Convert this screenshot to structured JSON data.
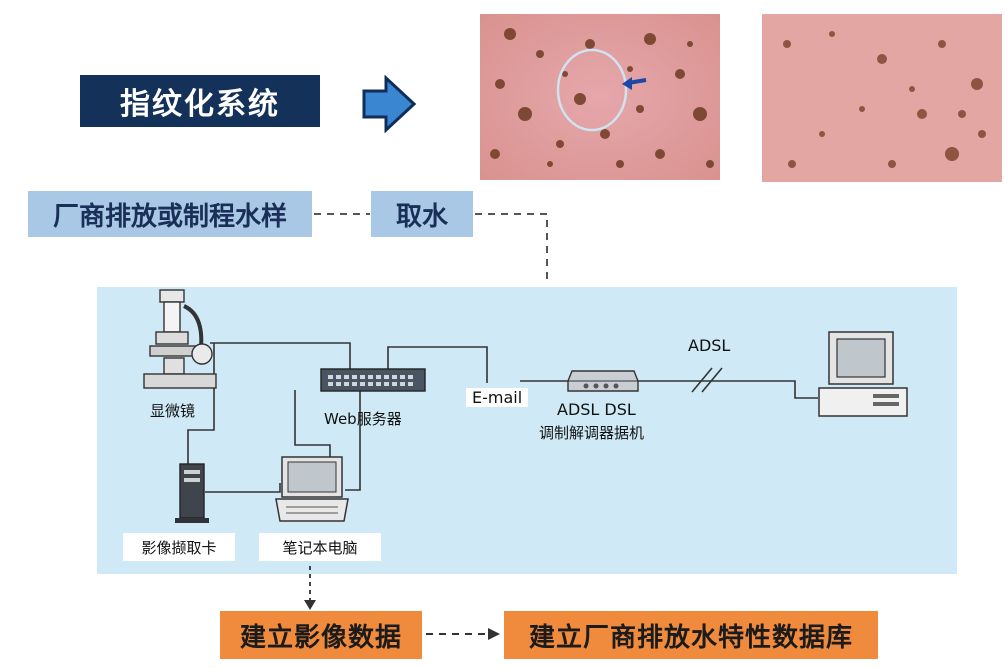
{
  "title": "指纹化系统",
  "sample_source": "厂商排放或制程水样",
  "take_water": "取水",
  "devices": {
    "microscope": "显微镜",
    "web_server": "Web服务器",
    "email": "E-mail",
    "modem_line1": "ADSL DSL",
    "modem_line2": "调制解调器据机",
    "adsl": "ADSL",
    "capture_card": "影像撷取卡",
    "laptop": "笔记本电脑"
  },
  "bottom": {
    "build_image_data": "建立影像数据",
    "build_database": "建立厂商排放水特性数据库"
  },
  "icons": {
    "arrow": "right-arrow-icon",
    "microscope": "microscope-icon",
    "server": "server-icon",
    "modem": "modem-icon",
    "desktop": "desktop-computer-icon",
    "tower": "tower-pc-icon",
    "laptop": "laptop-icon"
  },
  "colors": {
    "title_bg": "#14315a",
    "blue_box": "#a9c8e6",
    "orange_box": "#f08a3c",
    "panel": "#cfeaf6"
  }
}
